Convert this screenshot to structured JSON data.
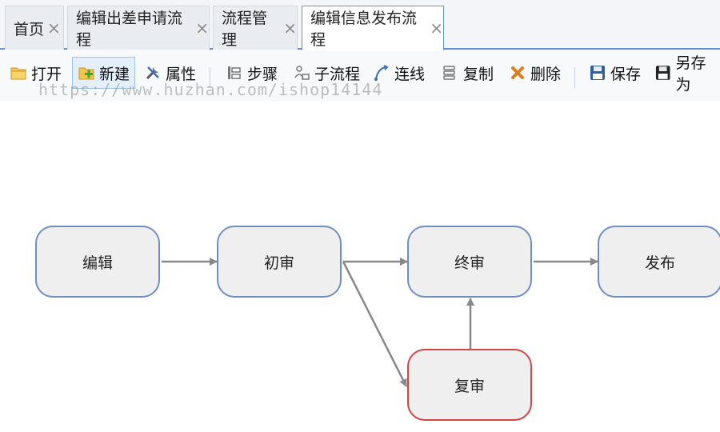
{
  "tabs": [
    {
      "label": "首页",
      "close": "×"
    },
    {
      "label": "编辑出差申请流程",
      "close": "×"
    },
    {
      "label": "流程管理",
      "close": "×"
    },
    {
      "label": "编辑信息发布流程",
      "close": "×",
      "active": true
    }
  ],
  "toolbar": {
    "open": "打开",
    "new": "新建",
    "properties": "属性",
    "step": "步骤",
    "subflow": "子流程",
    "connect": "连线",
    "copy": "复制",
    "delete": "删除",
    "save": "保存",
    "save_as": "另存为"
  },
  "watermark": "https://www.huzhan.com/ishop14144",
  "flow": {
    "nodes": {
      "edit": "编辑",
      "first_review": "初审",
      "final_review": "终审",
      "publish": "发布",
      "re_review": "复审"
    },
    "colors": {
      "node_border": "#6f8fc2",
      "selected_border": "#d04545",
      "edge": "#888888"
    }
  }
}
